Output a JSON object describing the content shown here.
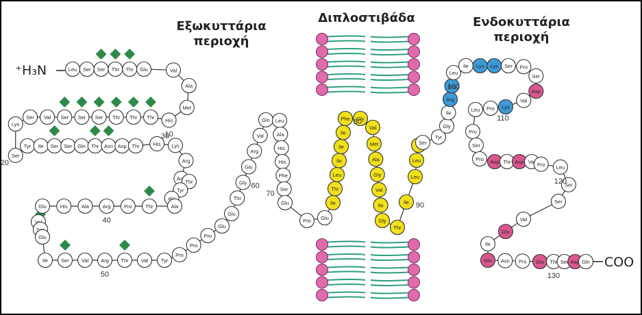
{
  "headers": {
    "extracellular": [
      "Εξωκυττάρια",
      "περιοχή"
    ],
    "bilayer": "Διπλοστιβάδα",
    "intracellular": [
      "Ενδοκυττάρια",
      "περιοχή"
    ]
  },
  "termini": {
    "n": "⁺H₃N",
    "c": "COO"
  },
  "colors": {
    "plain": "#ffffff",
    "transmembrane": "#f2e01a",
    "basic": "#3d9ad6",
    "acidic": "#d8578e",
    "glycan": "#2f8a4a",
    "lipid_head": "#e06aae",
    "lipid_tail": "#2f9e80"
  },
  "residues": [
    {
      "n": 1,
      "aa": "Leu",
      "c": "plain"
    },
    {
      "n": 2,
      "aa": "Ser",
      "c": "plain"
    },
    {
      "n": 3,
      "aa": "Ser",
      "c": "plain",
      "g": 1
    },
    {
      "n": 4,
      "aa": "Thr",
      "c": "plain",
      "g": 1
    },
    {
      "n": 5,
      "aa": "Thr",
      "c": "plain",
      "g": 1
    },
    {
      "n": 6,
      "aa": "Glu",
      "c": "plain"
    },
    {
      "n": 7,
      "aa": "Val",
      "c": "plain"
    },
    {
      "n": 8,
      "aa": "Ala",
      "c": "plain"
    },
    {
      "n": 9,
      "aa": "Met",
      "c": "plain"
    },
    {
      "n": 10,
      "aa": "His",
      "c": "plain"
    },
    {
      "n": 11,
      "aa": "Thr",
      "c": "plain",
      "g": 1
    },
    {
      "n": 12,
      "aa": "Thr",
      "c": "plain",
      "g": 1
    },
    {
      "n": 13,
      "aa": "Thr",
      "c": "plain",
      "g": 1
    },
    {
      "n": 14,
      "aa": "Ser",
      "c": "plain",
      "g": 1
    },
    {
      "n": 15,
      "aa": "Ser",
      "c": "plain",
      "g": 1
    },
    {
      "n": 16,
      "aa": "Ser",
      "c": "plain",
      "g": 1
    },
    {
      "n": 17,
      "aa": "Val",
      "c": "plain"
    },
    {
      "n": 18,
      "aa": "Ser",
      "c": "plain"
    },
    {
      "n": 19,
      "aa": "Lys",
      "c": "plain"
    },
    {
      "n": 20,
      "aa": "Ser",
      "c": "plain"
    },
    {
      "n": 21,
      "aa": "Tyr",
      "c": "plain"
    },
    {
      "n": 22,
      "aa": "Ile",
      "c": "plain"
    },
    {
      "n": 23,
      "aa": "Ser",
      "c": "plain",
      "g": 1
    },
    {
      "n": 24,
      "aa": "Ser",
      "c": "plain"
    },
    {
      "n": 25,
      "aa": "Gln",
      "c": "plain"
    },
    {
      "n": 26,
      "aa": "Thr",
      "c": "plain",
      "g": 1
    },
    {
      "n": 27,
      "aa": "Asn",
      "c": "plain",
      "g": 1
    },
    {
      "n": 28,
      "aa": "Asp",
      "c": "plain"
    },
    {
      "n": 29,
      "aa": "Thr",
      "c": "plain"
    },
    {
      "n": 30,
      "aa": "His",
      "c": "plain"
    },
    {
      "n": 31,
      "aa": "Lys",
      "c": "plain"
    },
    {
      "n": 32,
      "aa": "Arg",
      "c": "plain"
    },
    {
      "n": 33,
      "aa": "Asp",
      "c": "plain"
    },
    {
      "n": 34,
      "aa": "Thr",
      "c": "plain"
    },
    {
      "n": 35,
      "aa": "Tyr",
      "c": "plain"
    },
    {
      "n": 36,
      "aa": "Ala",
      "c": "plain"
    },
    {
      "n": 37,
      "aa": "Ala",
      "c": "plain"
    },
    {
      "n": 38,
      "aa": "Thr",
      "c": "plain",
      "g": 1
    },
    {
      "n": 39,
      "aa": "Pro",
      "c": "plain"
    },
    {
      "n": 40,
      "aa": "Arg",
      "c": "plain"
    },
    {
      "n": 41,
      "aa": "Ala",
      "c": "plain"
    },
    {
      "n": 42,
      "aa": "His",
      "c": "plain"
    },
    {
      "n": 43,
      "aa": "Glu",
      "c": "plain"
    },
    {
      "n": 44,
      "aa": "Val",
      "c": "plain"
    },
    {
      "n": 45,
      "aa": "Ser",
      "c": "plain",
      "g": 1
    },
    {
      "n": 46,
      "aa": "Glu",
      "c": "plain"
    },
    {
      "n": 47,
      "aa": "Ile",
      "c": "plain"
    },
    {
      "n": 48,
      "aa": "Ser",
      "c": "plain",
      "g": 1
    },
    {
      "n": 49,
      "aa": "Val",
      "c": "plain"
    },
    {
      "n": 50,
      "aa": "Arg",
      "c": "plain"
    },
    {
      "n": 51,
      "aa": "Thr",
      "c": "plain",
      "g": 1
    },
    {
      "n": 52,
      "aa": "Val",
      "c": "plain"
    },
    {
      "n": 53,
      "aa": "Tyr",
      "c": "plain"
    },
    {
      "n": 54,
      "aa": "Pro",
      "c": "plain"
    },
    {
      "n": 55,
      "aa": "Pro",
      "c": "plain"
    },
    {
      "n": 56,
      "aa": "Pro",
      "c": "plain"
    },
    {
      "n": 57,
      "aa": "Glu",
      "c": "plain"
    },
    {
      "n": 58,
      "aa": "Glu",
      "c": "plain"
    },
    {
      "n": 59,
      "aa": "Thr",
      "c": "plain"
    },
    {
      "n": 60,
      "aa": "Gly",
      "c": "plain"
    },
    {
      "n": 61,
      "aa": "Glu",
      "c": "plain"
    },
    {
      "n": 62,
      "aa": "Arg",
      "c": "plain"
    },
    {
      "n": 63,
      "aa": "Val",
      "c": "plain"
    },
    {
      "n": 64,
      "aa": "Gln",
      "c": "plain"
    },
    {
      "n": 65,
      "aa": "Leu",
      "c": "plain"
    },
    {
      "n": 66,
      "aa": "Ala",
      "c": "plain"
    },
    {
      "n": 67,
      "aa": "His",
      "c": "plain"
    },
    {
      "n": 68,
      "aa": "His",
      "c": "plain"
    },
    {
      "n": 69,
      "aa": "Phe",
      "c": "plain"
    },
    {
      "n": 70,
      "aa": "Ser",
      "c": "plain"
    },
    {
      "n": 71,
      "aa": "Glu",
      "c": "plain"
    },
    {
      "n": 72,
      "aa": "Pro",
      "c": "plain"
    },
    {
      "n": 73,
      "aa": "Glu",
      "c": "plain"
    },
    {
      "n": 74,
      "aa": "Ile",
      "c": "transmembrane"
    },
    {
      "n": 75,
      "aa": "Thr",
      "c": "transmembrane"
    },
    {
      "n": 76,
      "aa": "Leu",
      "c": "transmembrane"
    },
    {
      "n": 77,
      "aa": "Ile",
      "c": "transmembrane"
    },
    {
      "n": 78,
      "aa": "Ile",
      "c": "transmembrane"
    },
    {
      "n": 79,
      "aa": "Ile",
      "c": "transmembrane"
    },
    {
      "n": 80,
      "aa": "Phe",
      "c": "transmembrane"
    },
    {
      "n": 81,
      "aa": "Gly",
      "c": "transmembrane"
    },
    {
      "n": 82,
      "aa": "Val",
      "c": "transmembrane"
    },
    {
      "n": 83,
      "aa": "Met",
      "c": "transmembrane"
    },
    {
      "n": 84,
      "aa": "Ala",
      "c": "transmembrane"
    },
    {
      "n": 85,
      "aa": "Gly",
      "c": "transmembrane"
    },
    {
      "n": 86,
      "aa": "Val",
      "c": "transmembrane"
    },
    {
      "n": 87,
      "aa": "Ile",
      "c": "transmembrane"
    },
    {
      "n": 88,
      "aa": "Gly",
      "c": "transmembrane"
    },
    {
      "n": 89,
      "aa": "Thr",
      "c": "transmembrane"
    },
    {
      "n": 90,
      "aa": "Ile",
      "c": "transmembrane"
    },
    {
      "n": 91,
      "aa": "Leu",
      "c": "transmembrane"
    },
    {
      "n": 92,
      "aa": "Leu",
      "c": "transmembrane"
    },
    {
      "n": 93,
      "aa": "Ile",
      "c": "transmembrane"
    },
    {
      "n": 94,
      "aa": "Ser",
      "c": "plain"
    },
    {
      "n": 95,
      "aa": "Tyr",
      "c": "plain"
    },
    {
      "n": 96,
      "aa": "Gly",
      "c": "plain"
    },
    {
      "n": 97,
      "aa": "Ile",
      "c": "plain"
    },
    {
      "n": 98,
      "aa": "Arg",
      "c": "basic"
    },
    {
      "n": 99,
      "aa": "Arg",
      "c": "basic"
    },
    {
      "n": 100,
      "aa": "Leu",
      "c": "plain"
    },
    {
      "n": 101,
      "aa": "Ile",
      "c": "plain"
    },
    {
      "n": 102,
      "aa": "Lys",
      "c": "basic"
    },
    {
      "n": 103,
      "aa": "Lys",
      "c": "basic"
    },
    {
      "n": 104,
      "aa": "Ser",
      "c": "plain"
    },
    {
      "n": 105,
      "aa": "Pro",
      "c": "plain"
    },
    {
      "n": 106,
      "aa": "Ser",
      "c": "plain"
    },
    {
      "n": 107,
      "aa": "Asp",
      "c": "acidic"
    },
    {
      "n": 108,
      "aa": "Val",
      "c": "plain"
    },
    {
      "n": 109,
      "aa": "Lys",
      "c": "basic"
    },
    {
      "n": 110,
      "aa": "Pro",
      "c": "plain"
    },
    {
      "n": 111,
      "aa": "Leu",
      "c": "plain"
    },
    {
      "n": 112,
      "aa": "Pro",
      "c": "plain"
    },
    {
      "n": 113,
      "aa": "Ser",
      "c": "plain"
    },
    {
      "n": 114,
      "aa": "Pro",
      "c": "plain"
    },
    {
      "n": 115,
      "aa": "Asp",
      "c": "acidic"
    },
    {
      "n": 116,
      "aa": "Thr",
      "c": "plain"
    },
    {
      "n": 117,
      "aa": "Asp",
      "c": "acidic"
    },
    {
      "n": 118,
      "aa": "Val",
      "c": "plain"
    },
    {
      "n": 119,
      "aa": "Pro",
      "c": "plain"
    },
    {
      "n": 120,
      "aa": "Leu",
      "c": "plain"
    },
    {
      "n": 121,
      "aa": "Ser",
      "c": "plain"
    },
    {
      "n": 122,
      "aa": "Ser",
      "c": "plain"
    },
    {
      "n": 123,
      "aa": "Val",
      "c": "plain"
    },
    {
      "n": 124,
      "aa": "Glu",
      "c": "acidic"
    },
    {
      "n": 125,
      "aa": "Ile",
      "c": "plain"
    },
    {
      "n": 126,
      "aa": "Glu",
      "c": "acidic"
    },
    {
      "n": 127,
      "aa": "Asn",
      "c": "plain"
    },
    {
      "n": 128,
      "aa": "Pro",
      "c": "plain"
    },
    {
      "n": 129,
      "aa": "Glu",
      "c": "acidic"
    },
    {
      "n": 130,
      "aa": "Thr",
      "c": "plain"
    },
    {
      "n": 131,
      "aa": "Ser",
      "c": "plain"
    },
    {
      "n": 132,
      "aa": "Asp",
      "c": "acidic"
    },
    {
      "n": 133,
      "aa": "Gln",
      "c": "plain"
    }
  ],
  "position_labels": [
    {
      "at": 10,
      "text": "10"
    },
    {
      "at": 20,
      "text": "20"
    },
    {
      "at": 30,
      "text": "30"
    },
    {
      "at": 40,
      "text": "40"
    },
    {
      "at": 50,
      "text": "50"
    },
    {
      "at": 60,
      "text": "60"
    },
    {
      "at": 70,
      "text": "70"
    },
    {
      "at": 80,
      "text": "80"
    },
    {
      "at": 90,
      "text": "90"
    },
    {
      "at": 100,
      "text": "100"
    },
    {
      "at": 110,
      "text": "110"
    },
    {
      "at": 120,
      "text": "120"
    },
    {
      "at": 130,
      "text": "130"
    }
  ]
}
